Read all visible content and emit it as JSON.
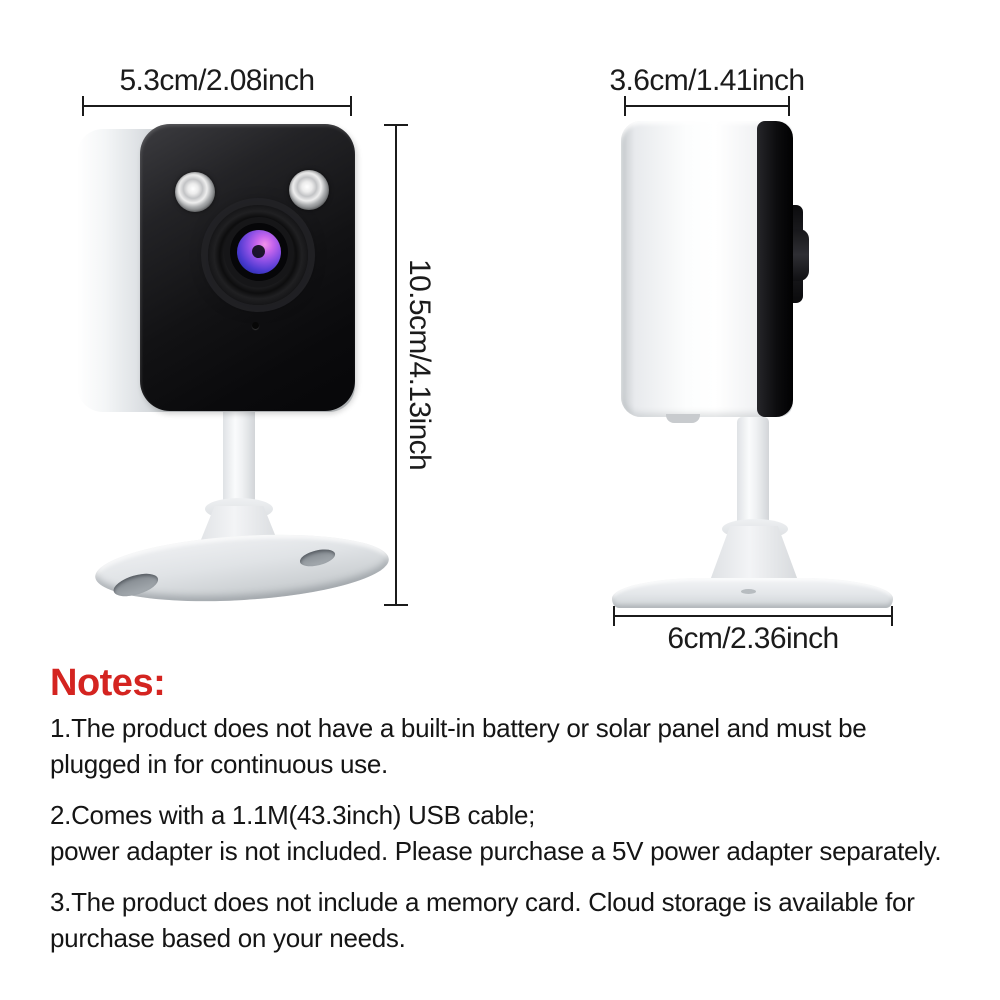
{
  "scene": {
    "description": "Security camera product dimension diagram, front and side views",
    "background_color": "#ffffff",
    "annotation_color": "#1b1b1b"
  },
  "dimensions": {
    "front_width_label": "5.3cm/2.08inch",
    "side_depth_label": "3.6cm/1.41inch",
    "height_label": "10.5cm/4.13inch",
    "base_width_label": "6cm/2.36inch"
  },
  "notes": {
    "heading": "Notes:",
    "heading_color": "#d42420",
    "items": [
      {
        "text": "1.The product does not have a built-in battery or solar panel and must be\nplugged in for continuous use."
      },
      {
        "text": "2.Comes with a 1.1M(43.3inch) USB cable;\npower adapter is not included. Please purchase a 5V power adapter separately."
      },
      {
        "text": "3.The product does not include a memory card. Cloud storage is available for\npurchase based on your needs."
      }
    ]
  }
}
